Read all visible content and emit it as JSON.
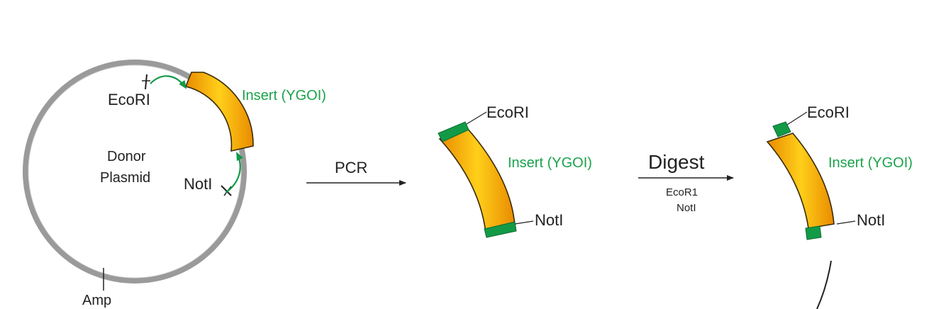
{
  "colors": {
    "plasmid": "#9a9a9a",
    "insert_fill_center": "#ffc915",
    "insert_fill_edge": "#e88a00",
    "insert_stroke": "#3a2a00",
    "site_green": "#139a47",
    "label_green": "#1aa24b",
    "arrow_green": "#139a47",
    "text": "#222222"
  },
  "donor": {
    "label_line1": "Donor",
    "label_line2": "Plasmid",
    "ecori": "EcoRI",
    "noti": "NotI",
    "insert": "Insert (YGOI)",
    "amp": "Amp"
  },
  "pcr_step": {
    "label": "PCR"
  },
  "pcr_product": {
    "ecori": "EcoRI",
    "insert": "Insert (YGOI)",
    "noti": "NotI"
  },
  "digest_step": {
    "title": "Digest",
    "enzyme1": "EcoR1",
    "enzyme2": "NotI"
  },
  "digested_product": {
    "ecori": "EcoRI",
    "insert": "Insert (YGOI)",
    "noti": "NotI"
  }
}
